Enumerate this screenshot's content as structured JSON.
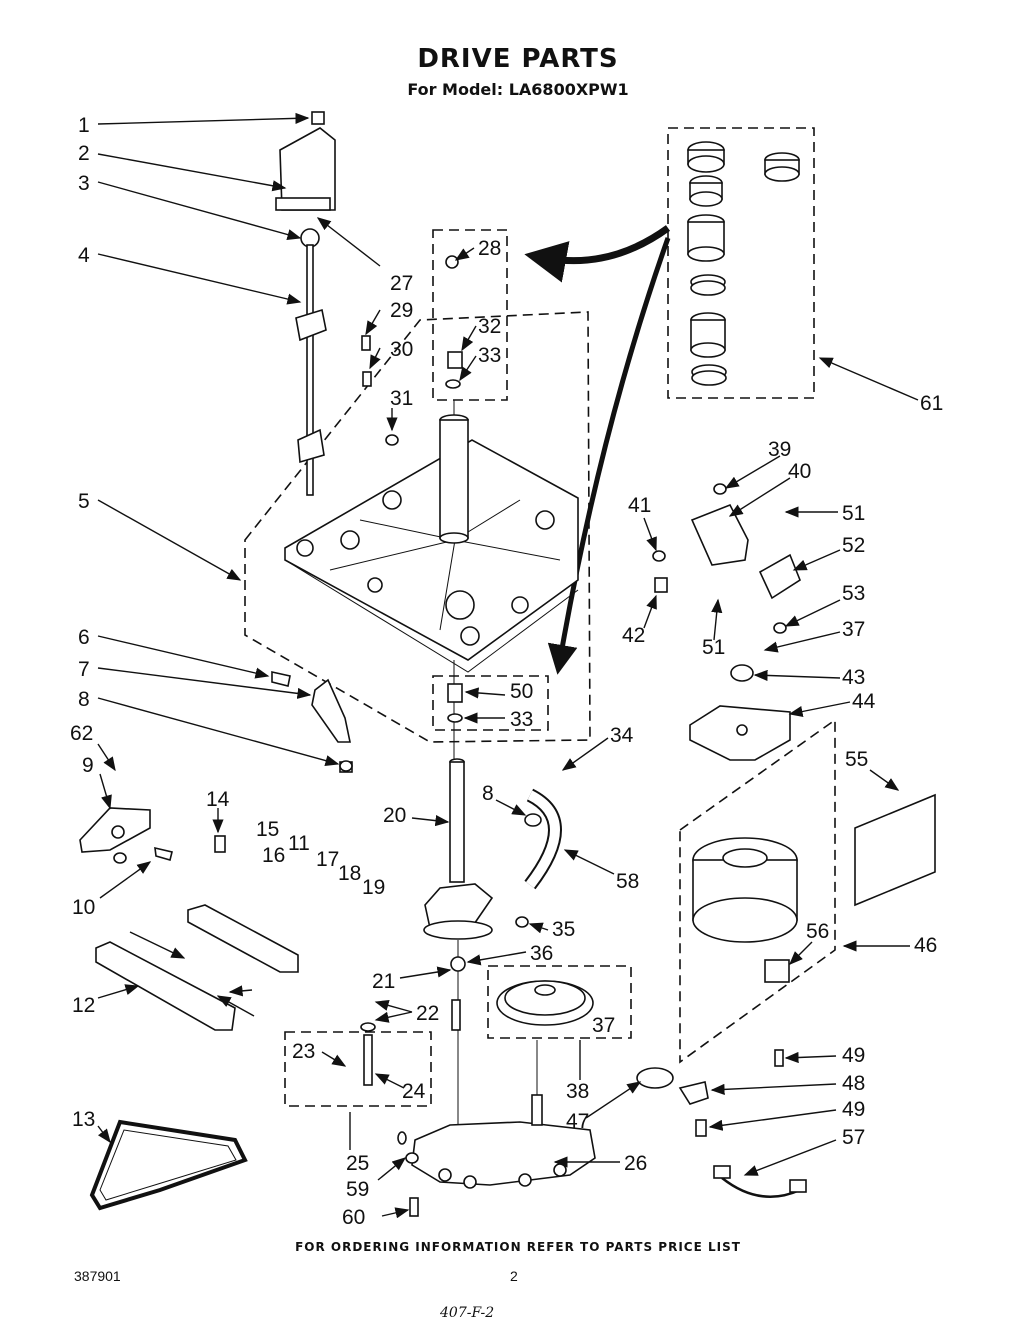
{
  "header": {
    "title": "DRIVE PARTS",
    "subtitle": "For Model: LA6800XPW1"
  },
  "callouts": [
    "1",
    "2",
    "3",
    "4",
    "27",
    "28",
    "29",
    "30",
    "31",
    "32",
    "33",
    "5",
    "6",
    "7",
    "8",
    "62",
    "9",
    "10",
    "14",
    "15",
    "16",
    "11",
    "17",
    "18",
    "19",
    "20",
    "12",
    "13",
    "21",
    "22",
    "23",
    "24",
    "25",
    "59",
    "60",
    "26",
    "36",
    "35",
    "37",
    "38",
    "47",
    "48",
    "49",
    "57",
    "8",
    "58",
    "34",
    "50",
    "33",
    "61",
    "39",
    "40",
    "41",
    "42",
    "51",
    "52",
    "53",
    "37",
    "43",
    "44",
    "55",
    "46",
    "56",
    "49",
    "51"
  ],
  "footer": {
    "note": "FOR ORDERING INFORMATION REFER TO PARTS PRICE LIST",
    "doc_number": "387901",
    "page_number": "2",
    "handwritten": "407-F-2"
  }
}
